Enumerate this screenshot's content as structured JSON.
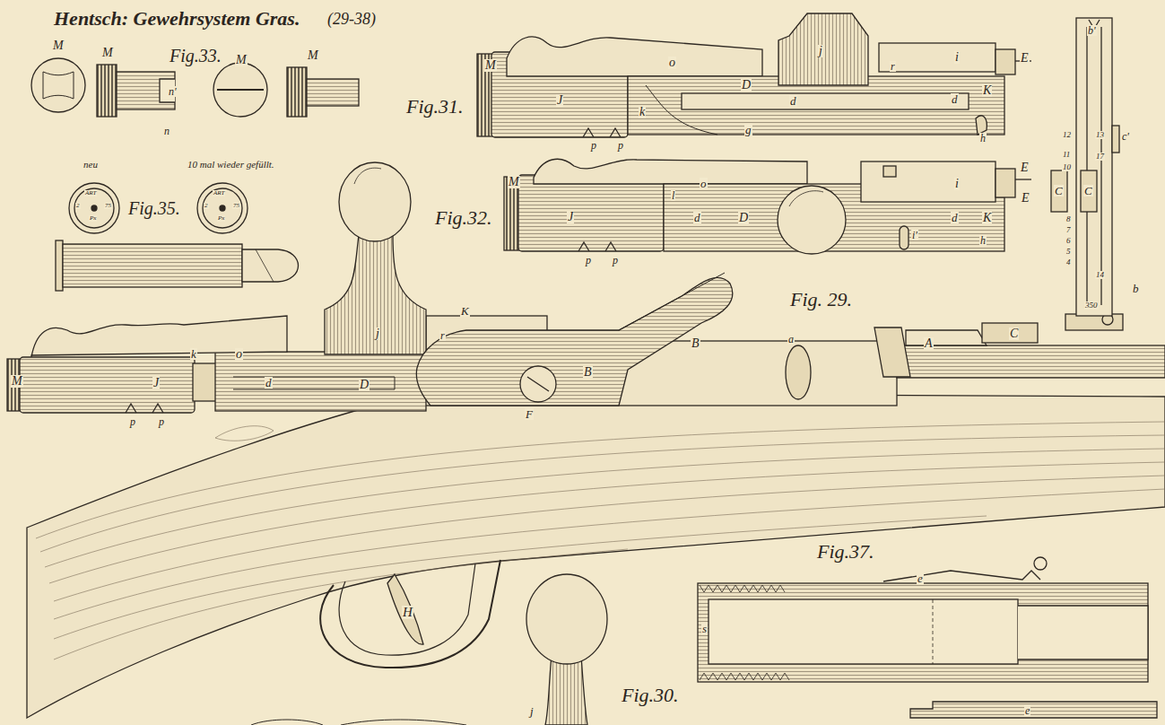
{
  "diagram": {
    "title": "Hentsch: Gewehrsystem Gras.",
    "labels": [
      "(29-38)",
      "M",
      "M",
      "Fig.33.",
      "M",
      "M",
      "n'",
      "n",
      "neu",
      "10 mal wieder gefüllt.",
      "ART",
      "2",
      "75",
      "Px",
      "ART",
      "2",
      "75",
      "Px",
      "Fig.35.",
      "M",
      "Fig.31.",
      "J",
      "k",
      "o",
      "j",
      "r",
      "i",
      "E",
      "D",
      "d",
      "d",
      "K",
      "h",
      "g",
      "p",
      "p",
      "M",
      "Fig.32.",
      "J",
      "l",
      "o",
      "d",
      "D",
      "i",
      "E",
      "E",
      "i'",
      "d",
      "K",
      "h",
      "p",
      "p",
      "Fig. 29.",
      "M",
      "J",
      "k",
      "o",
      "j",
      "K",
      "r",
      "d",
      "D",
      "F",
      "B",
      "B",
      "a",
      "A",
      "C",
      "p",
      "p",
      "H",
      "b'",
      "c'",
      "12",
      "13",
      "11",
      "17",
      "10",
      "C",
      "C",
      "8",
      "7",
      "6",
      "5",
      "4",
      "14",
      "b",
      "350",
      "Fig.37.",
      "e",
      "s",
      "Fig.30.",
      "j",
      "e"
    ]
  }
}
